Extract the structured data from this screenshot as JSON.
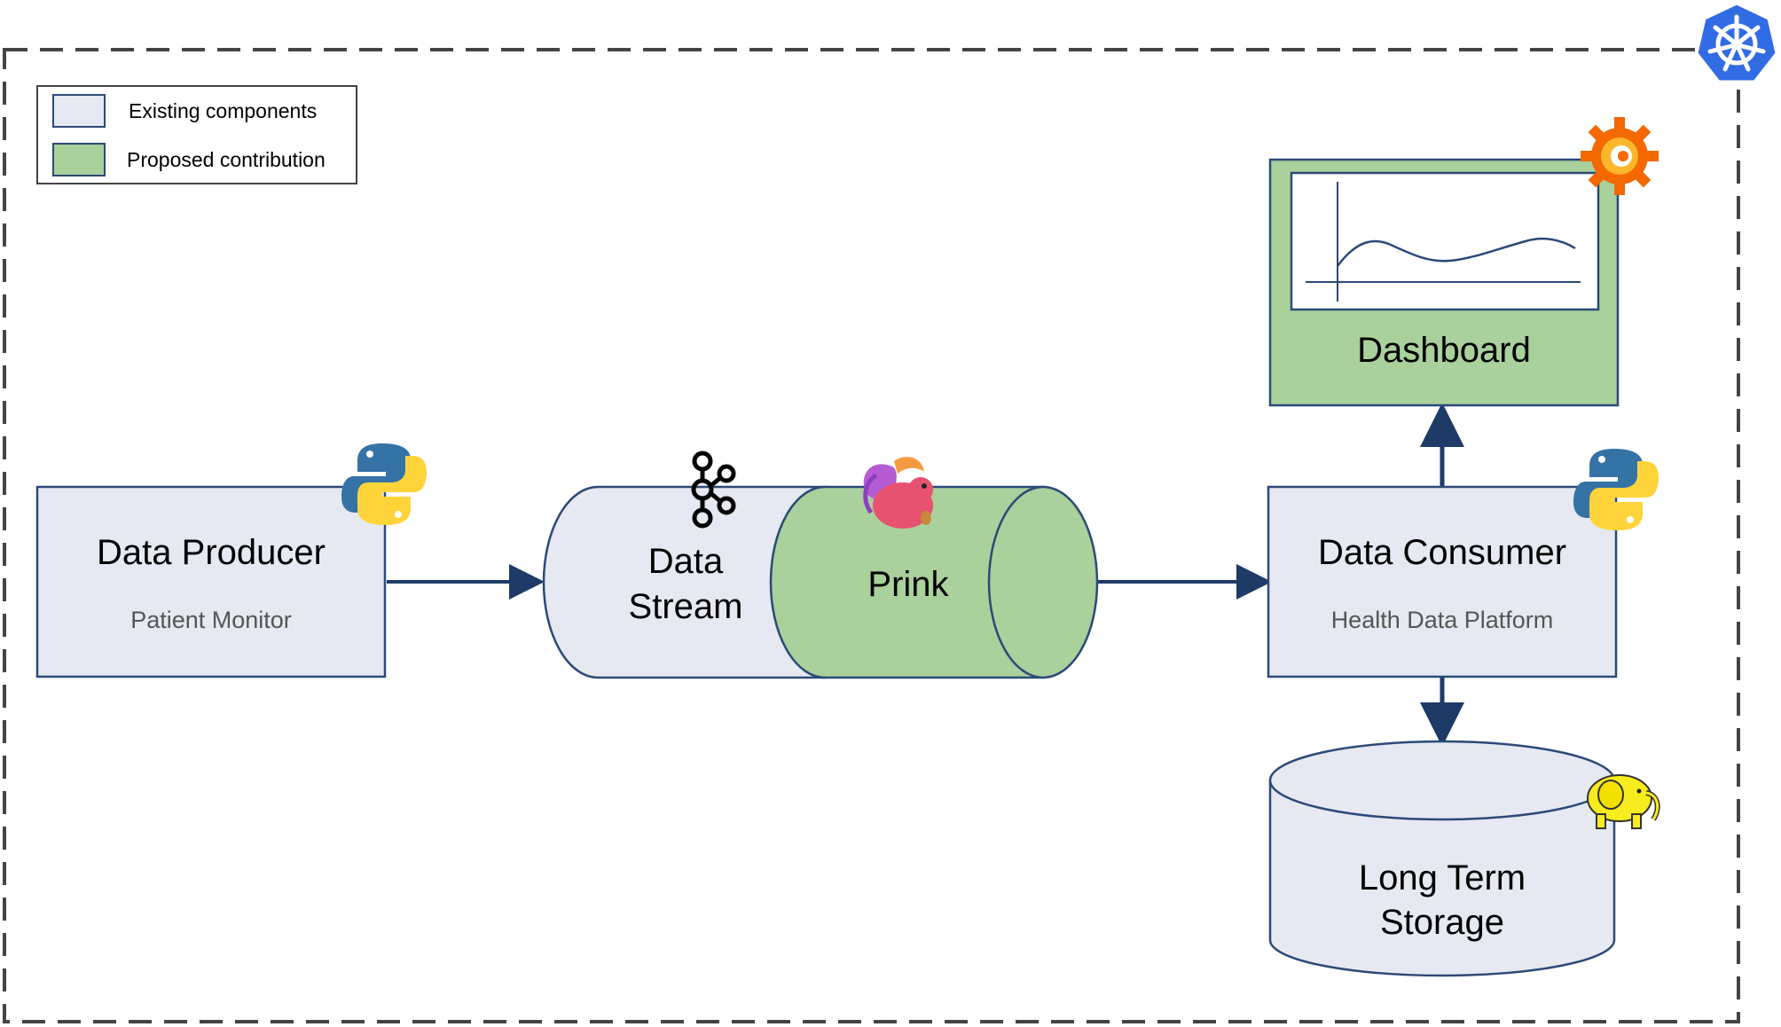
{
  "legend": {
    "existing_label": "Existing components",
    "proposed_label": "Proposed contribution"
  },
  "nodes": {
    "producer": {
      "title": "Data Producer",
      "subtitle": "Patient Monitor"
    },
    "stream": {
      "title_line1": "Data",
      "title_line2": "Stream"
    },
    "prink": {
      "title": "Prink"
    },
    "consumer": {
      "title": "Data Consumer",
      "subtitle": "Health Data Platform"
    },
    "dashboard": {
      "title": "Dashboard"
    },
    "storage": {
      "title_line1": "Long Term",
      "title_line2": "Storage"
    }
  },
  "icons": {
    "kubernetes": "kubernetes-icon",
    "grafana": "grafana-icon",
    "python_producer": "python-icon",
    "python_consumer": "python-icon",
    "kafka": "kafka-icon",
    "flink": "flink-squirrel-icon",
    "hadoop": "hadoop-elephant-icon"
  },
  "colors": {
    "existing_fill": "#e6e9f1",
    "proposed_fill": "#aad09c",
    "stroke": "#2b4a78",
    "arrow": "#1e3a66",
    "border_dash": "#444444",
    "kubernetes_blue": "#326ce5",
    "grafana_orange": "#f46800",
    "python_blue": "#3572a5",
    "python_yellow": "#ffd43b",
    "hadoop_yellow": "#f7ec1d",
    "flink_pink": "#e6526f"
  }
}
